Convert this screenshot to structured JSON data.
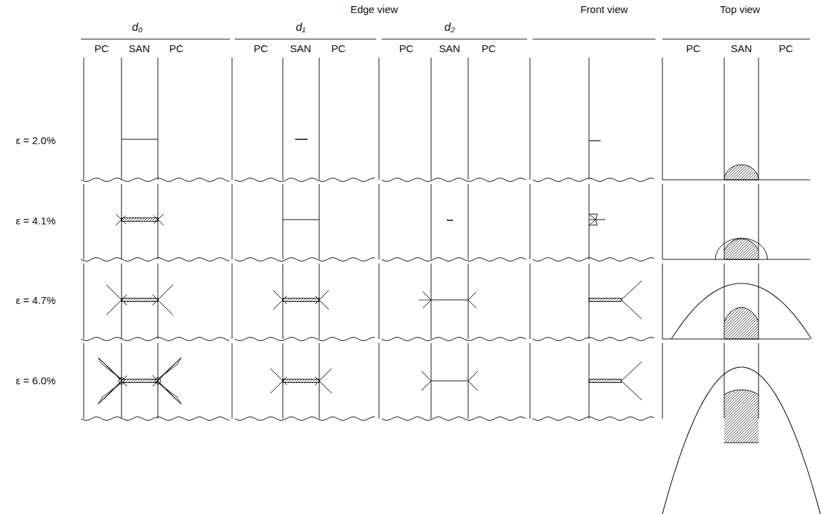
{
  "diagram": {
    "labels": [
      "Edge view",
      "d₀",
      "d₁",
      "d₂",
      "Front view",
      "Top view",
      "PC",
      "SAN",
      "PC",
      "PC",
      "SAN",
      "PC",
      "PC",
      "SAN",
      "PC",
      "PC",
      "SAN",
      "PC",
      "ε = 2.0%",
      "ε = 4.1%",
      "ε = 4.7%",
      "ε = 6.0%"
    ]
  }
}
